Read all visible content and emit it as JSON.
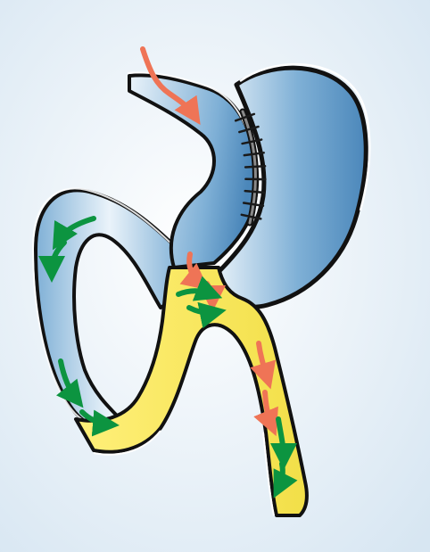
{
  "diagram": {
    "colors": {
      "background_light": "#ffffff",
      "background_blue": "#d7e6f2",
      "organ_blue_light": "#eaf3fa",
      "organ_blue": "#7fb0d6",
      "organ_blue_dark": "#4b87ba",
      "intestine_yellow": "#fff07a",
      "intestine_yellow_dark": "#f2df48",
      "outline": "#111111",
      "highlight": "#ffffff",
      "staple_band": "#8a8a8a",
      "staple": "#1a1a1a",
      "arrow_orange": "#ef7456",
      "arrow_green": "#0c9440"
    },
    "arrows": {
      "orange_count": 5,
      "green_count": 8
    },
    "staples": {
      "count": 9
    }
  }
}
